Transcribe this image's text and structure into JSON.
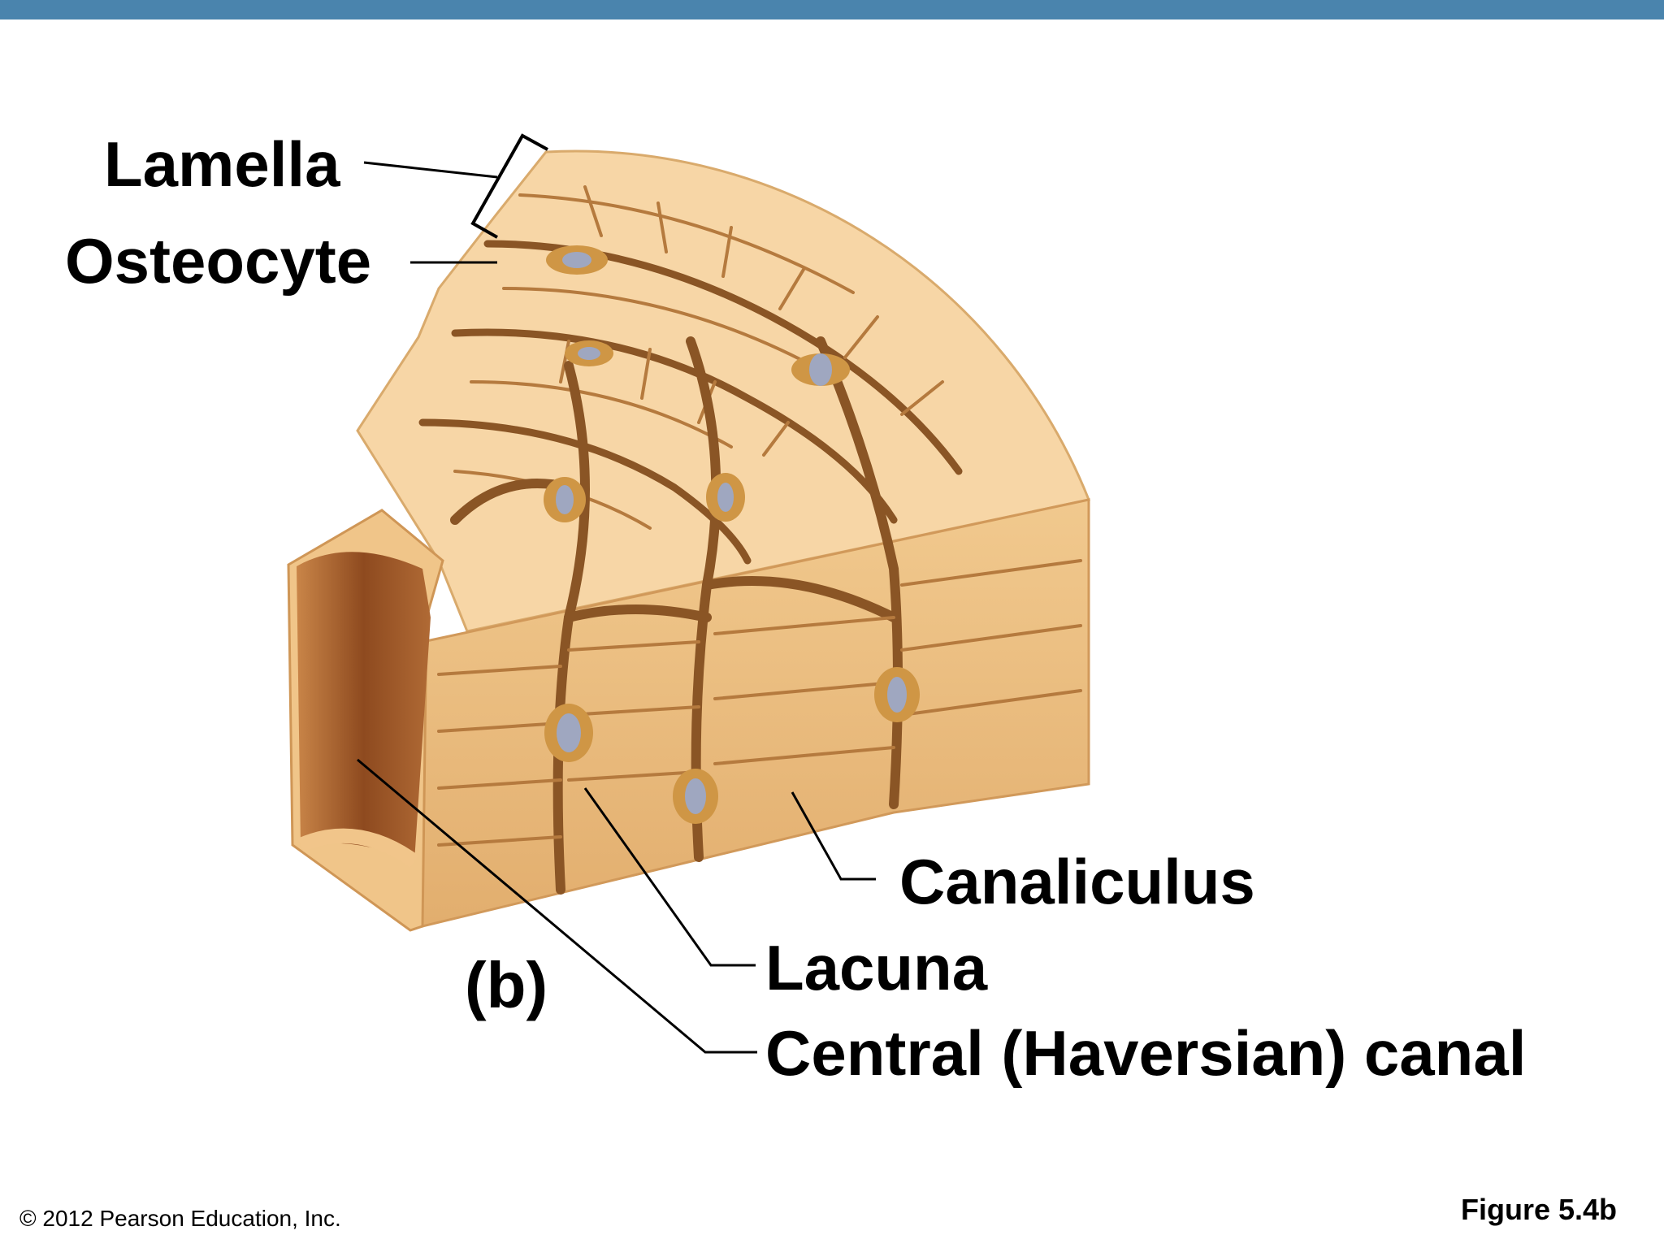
{
  "header": {
    "bar_color": "#4a84ad"
  },
  "diagram": {
    "labels": {
      "lamella": "Lamella",
      "osteocyte": "Osteocyte",
      "canaliculus": "Canaliculus",
      "lacuna": "Lacuna",
      "central_canal": "Central (Haversian) canal",
      "panel": "(b)"
    },
    "colors": {
      "bone_matrix": "#f7d6a6",
      "bone_side": "#e9bb7e",
      "groove": "#8a5525",
      "osteocyte_body": "#cf9645",
      "nucleus": "#9fa7c0",
      "canal_inner": "#a35a2a"
    }
  },
  "footer": {
    "copyright": "© 2012 Pearson Education, Inc.",
    "figure": "Figure 5.4b"
  }
}
